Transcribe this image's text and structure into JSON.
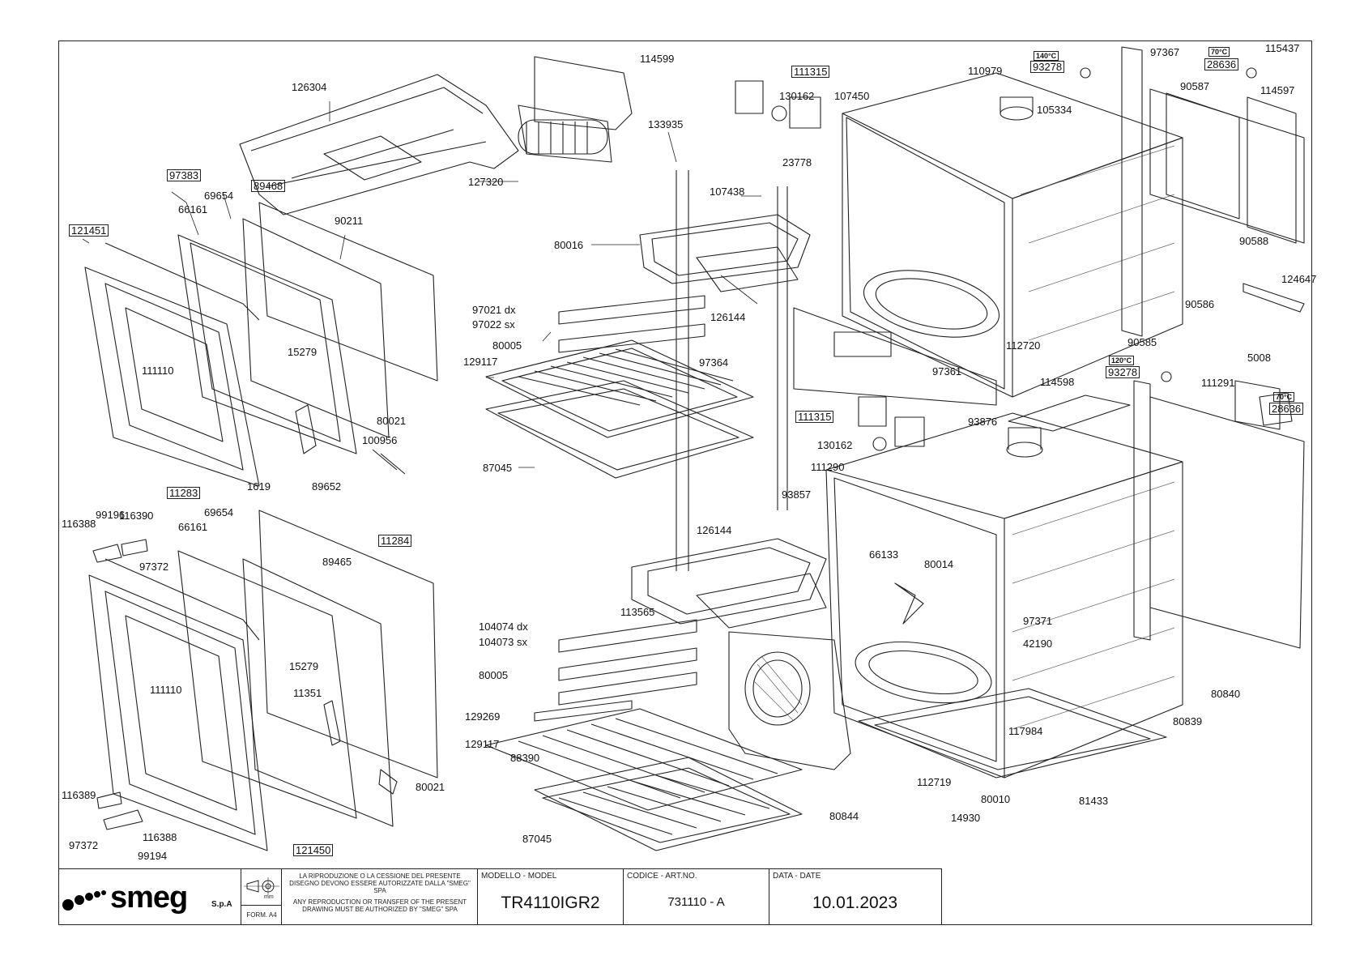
{
  "title_block": {
    "brand": "smeg",
    "brand_suffix": "S.p.A",
    "form": "FORM. A4",
    "unit": "mm",
    "notice_it": "LA RIPRODUZIONE O LA CESSIONE DEL PRESENTE DISEGNO DEVONO ESSERE AUTORIZZATE DALLA \"SMEG\" SPA",
    "notice_en": "ANY REPRODUCTION OR TRANSFER OF THE PRESENT DRAWING MUST BE AUTHORIZED BY \"SMEG\" SPA",
    "model_label": "MODELLO - MODEL",
    "model": "TR4110IGR2",
    "code_label": "CODICE - ART.NO.",
    "code": "731110 - A",
    "date_label": "DATA - DATE",
    "date": "10.01.2023"
  },
  "part_labels": [
    "126304",
    "114599",
    "127320",
    "97383",
    "69654",
    "66161",
    "89468",
    "90211",
    "121451",
    "111110",
    "15279",
    "80021",
    "100956",
    "1619",
    "89652",
    "99196",
    "116390",
    "116388",
    "11283",
    "69654",
    "66161",
    "97372",
    "11284",
    "89465",
    "111110",
    "15279",
    "11351",
    "80021",
    "116389",
    "116388",
    "97372",
    "99194",
    "121450",
    "133935",
    "80016",
    "97021 dx",
    "97022 sx",
    "80005",
    "129117",
    "87045",
    "126144",
    "97364",
    "111315",
    "130162",
    "107450",
    "23778",
    "107438",
    "110979",
    "105334",
    "93278",
    "97367",
    "28636",
    "115437",
    "90587",
    "114597",
    "90588",
    "124647",
    "90586",
    "90585",
    "112720",
    "97361",
    "114598",
    "93278",
    "111291",
    "5008",
    "28636",
    "111315",
    "130162",
    "93876",
    "111290",
    "93857",
    "126144",
    "66133",
    "80014",
    "113565",
    "104074 dx",
    "104073 sx",
    "80005",
    "97371",
    "42190",
    "129269",
    "129117",
    "88390",
    "87045",
    "80844",
    "112719",
    "14930",
    "80010",
    "117984",
    "81433",
    "80839",
    "80840"
  ],
  "temperature_tags": [
    "140°C",
    "70°C",
    "120°C",
    "70°C"
  ]
}
